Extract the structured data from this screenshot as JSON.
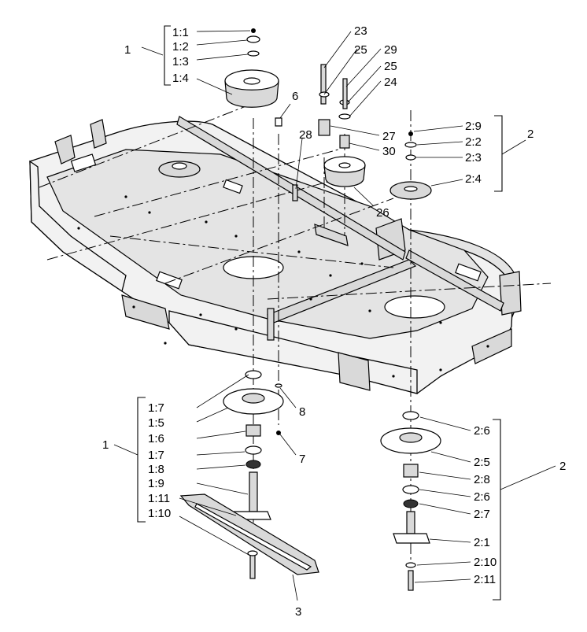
{
  "callouts": {
    "g1_top": "1",
    "g1_1": "1:1",
    "g1_2": "1:2",
    "g1_3": "1:3",
    "g1_4": "1:4",
    "p23": "23",
    "p25a": "25",
    "p29": "29",
    "p25b": "25",
    "p24": "24",
    "p6": "6",
    "p28": "28",
    "p27": "27",
    "p30": "30",
    "p26": "26",
    "g2_top": "2",
    "g2_9": "2:9",
    "g2_2": "2:2",
    "g2_3": "2:3",
    "g2_4": "2:4",
    "g1_bot": "1",
    "g1_7a": "1:7",
    "g1_5": "1:5",
    "g1_6": "1:6",
    "g1_7b": "1:7",
    "g1_8": "1:8",
    "g1_9": "1:9",
    "g1_11": "1:11",
    "g1_10": "1:10",
    "p8": "8",
    "p7": "7",
    "p3": "3",
    "g2_bot": "2",
    "g2_6a": "2:6",
    "g2_5": "2:5",
    "g2_8": "2:8",
    "g2_6b": "2:6",
    "g2_7": "2:7",
    "g2_1": "2:1",
    "g2_10": "2:10",
    "g2_11": "2:11"
  }
}
